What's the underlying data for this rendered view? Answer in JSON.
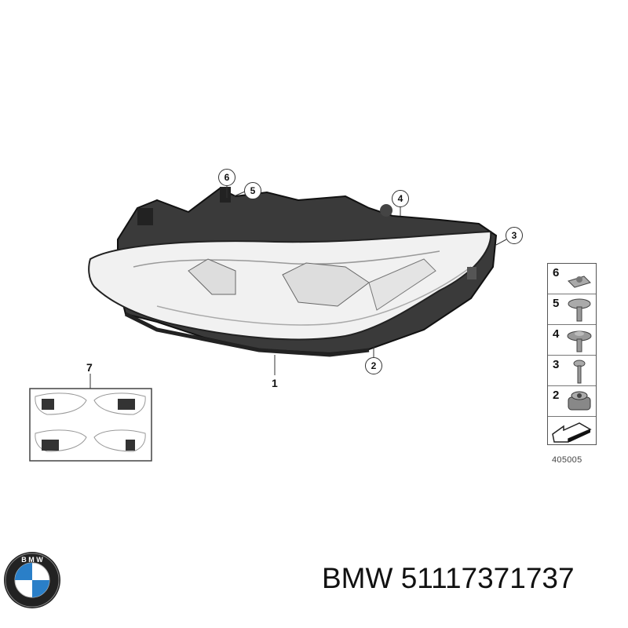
{
  "diagram": {
    "callouts": [
      {
        "id": "callout-6",
        "label": "6"
      },
      {
        "id": "callout-5",
        "label": "5"
      },
      {
        "id": "callout-4",
        "label": "4"
      },
      {
        "id": "callout-3",
        "label": "3"
      },
      {
        "id": "callout-2",
        "label": "2"
      }
    ],
    "plain_labels": {
      "headlight": "1",
      "stickers": "7"
    },
    "parts_panel": {
      "rows": [
        {
          "number": "6",
          "icon": "clip-nut-icon"
        },
        {
          "number": "5",
          "icon": "screw-large-head-icon"
        },
        {
          "number": "4",
          "icon": "screw-washer-icon"
        },
        {
          "number": "3",
          "icon": "screw-icon"
        },
        {
          "number": "2",
          "icon": "nut-adjuster-icon"
        }
      ],
      "arrow_icon": "arrow-left-icon",
      "code": "405005"
    }
  },
  "footer": {
    "brand_logo": "BMW",
    "part_text": "BMW 51117371737"
  }
}
